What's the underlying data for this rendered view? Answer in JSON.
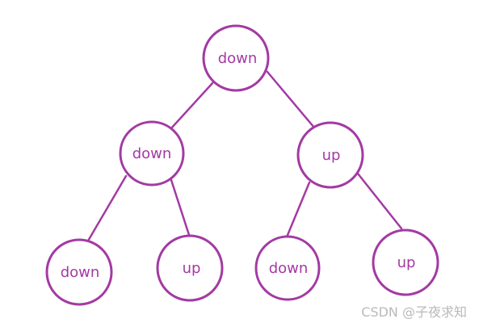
{
  "diagram": {
    "line_color": "#a33aa3",
    "nodes": [
      {
        "id": "root",
        "label": "down"
      },
      {
        "id": "l1-left",
        "label": "down"
      },
      {
        "id": "l1-right",
        "label": "up"
      },
      {
        "id": "l2-a",
        "label": "down"
      },
      {
        "id": "l2-b",
        "label": "up"
      },
      {
        "id": "l2-c",
        "label": "down"
      },
      {
        "id": "l2-d",
        "label": "up"
      }
    ],
    "edges": [
      {
        "from": "root",
        "to": "l1-left"
      },
      {
        "from": "root",
        "to": "l1-right"
      },
      {
        "from": "l1-left",
        "to": "l2-a"
      },
      {
        "from": "l1-left",
        "to": "l2-b"
      },
      {
        "from": "l1-right",
        "to": "l2-c"
      },
      {
        "from": "l1-right",
        "to": "l2-d"
      }
    ]
  },
  "watermark": {
    "text": "CSDN @子夜求知"
  }
}
